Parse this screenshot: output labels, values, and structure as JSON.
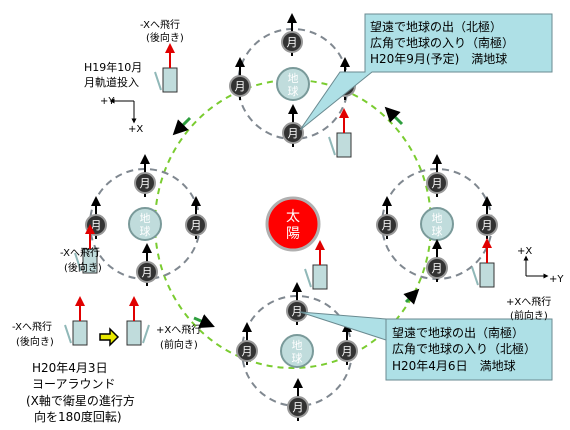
{
  "sun": {
    "label": "太陽",
    "color": "#ff0000",
    "outline": "#b0b0b0"
  },
  "earth": {
    "label": "地球",
    "fill": "#c0dcdc",
    "stroke": "#7a9a9a"
  },
  "moon": {
    "label": "月",
    "fill": "#333333"
  },
  "orbit": {
    "earth_color": "#7acc30",
    "moon_color": "#808890"
  },
  "callout": {
    "fill": "#aee0e6",
    "top_lines": [
      "望遠で地球の出（北極）",
      "広角で地球の入り（南極）",
      "H20年9月(予定)　満地球"
    ],
    "bottom_lines": [
      "望遠で地球の出（南極）",
      "広角で地球の入り（北極）",
      "H20年4月6日　満地球"
    ]
  },
  "texts": {
    "top_left_fly": "-Xへ飛行",
    "top_left_dir": "(後向き)",
    "orbit_insert_date": "H19年10月",
    "orbit_insert": "月軌道投入",
    "left_fly": "-Xへ飛行",
    "left_dir": "(後向き)",
    "bl_fly_minus": "-Xへ飛行",
    "bl_dir_back": "(後向き)",
    "bl_fly_plus": "+Xへ飛行",
    "bl_dir_front": "(前向き)",
    "yaw_date": "H20年4月3日",
    "yaw": "ヨーアラウンド",
    "yaw_note1": "(X軸で衛星の進行方",
    "yaw_note2": "向を180度回転)",
    "right_fly": "+Xへ飛行",
    "right_dir": "(前向き)"
  },
  "axes": {
    "left": {
      "y": "+Y",
      "x": "+X"
    },
    "right": {
      "y": "+Y",
      "x": "+X"
    }
  }
}
